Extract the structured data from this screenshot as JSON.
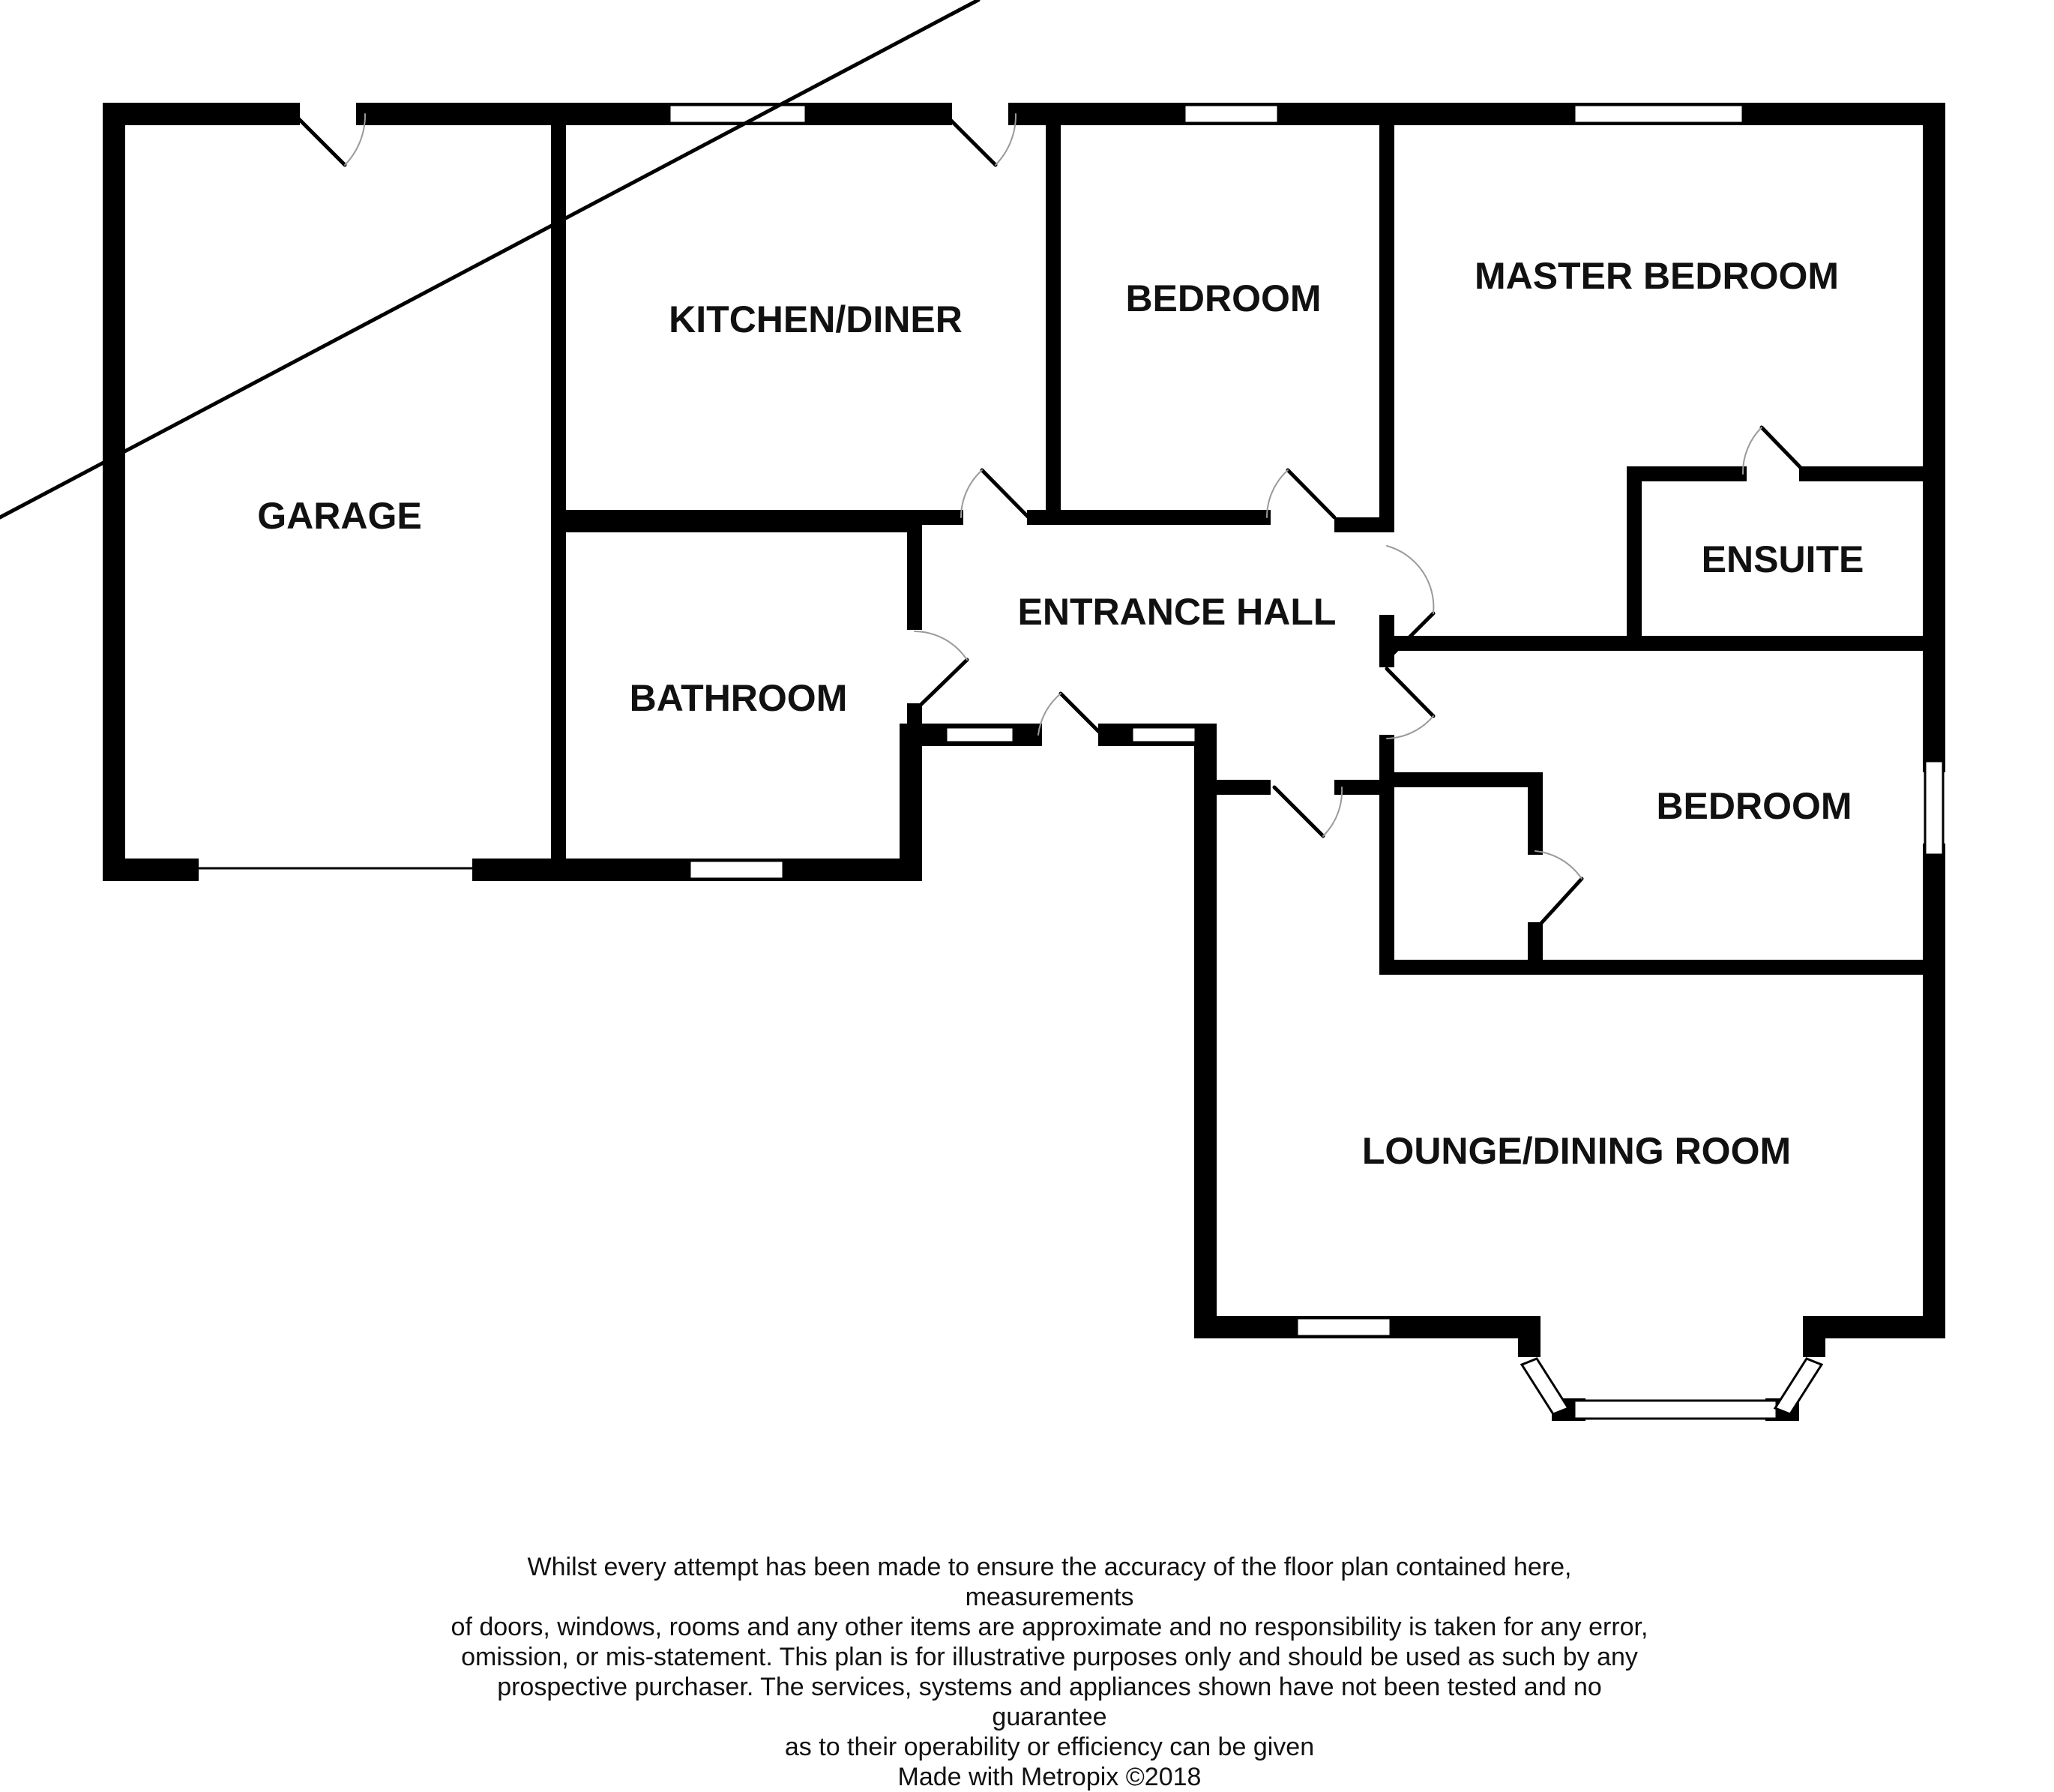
{
  "rooms": {
    "garage": "GARAGE",
    "kitchen_diner": "KITCHEN/DINER",
    "bedroom_front": "BEDROOM",
    "master_bedroom": "MASTER BEDROOM",
    "ensuite": "ENSUITE",
    "entrance_hall": "ENTRANCE HALL",
    "bathroom": "BATHROOM",
    "bedroom_side": "BEDROOM",
    "lounge_dining": "LOUNGE/DINING ROOM"
  },
  "disclaimer": {
    "lines": [
      "Whilst every attempt has been made to ensure the accuracy of the floor plan contained here, measurements",
      "of doors, windows, rooms and any other items are approximate and no responsibility is taken for any error,",
      "omission, or mis-statement. This plan is for illustrative purposes only and should be used as such by any",
      "prospective purchaser. The services, systems and appliances shown have not been tested and no guarantee",
      "as to their operability or efficiency can be given"
    ],
    "credit": "Made with Metropix ©2018"
  },
  "colors": {
    "wall": "#000000",
    "window_fill": "#ffffff",
    "door_swing": "#9a9a9a",
    "text": "#111111"
  }
}
